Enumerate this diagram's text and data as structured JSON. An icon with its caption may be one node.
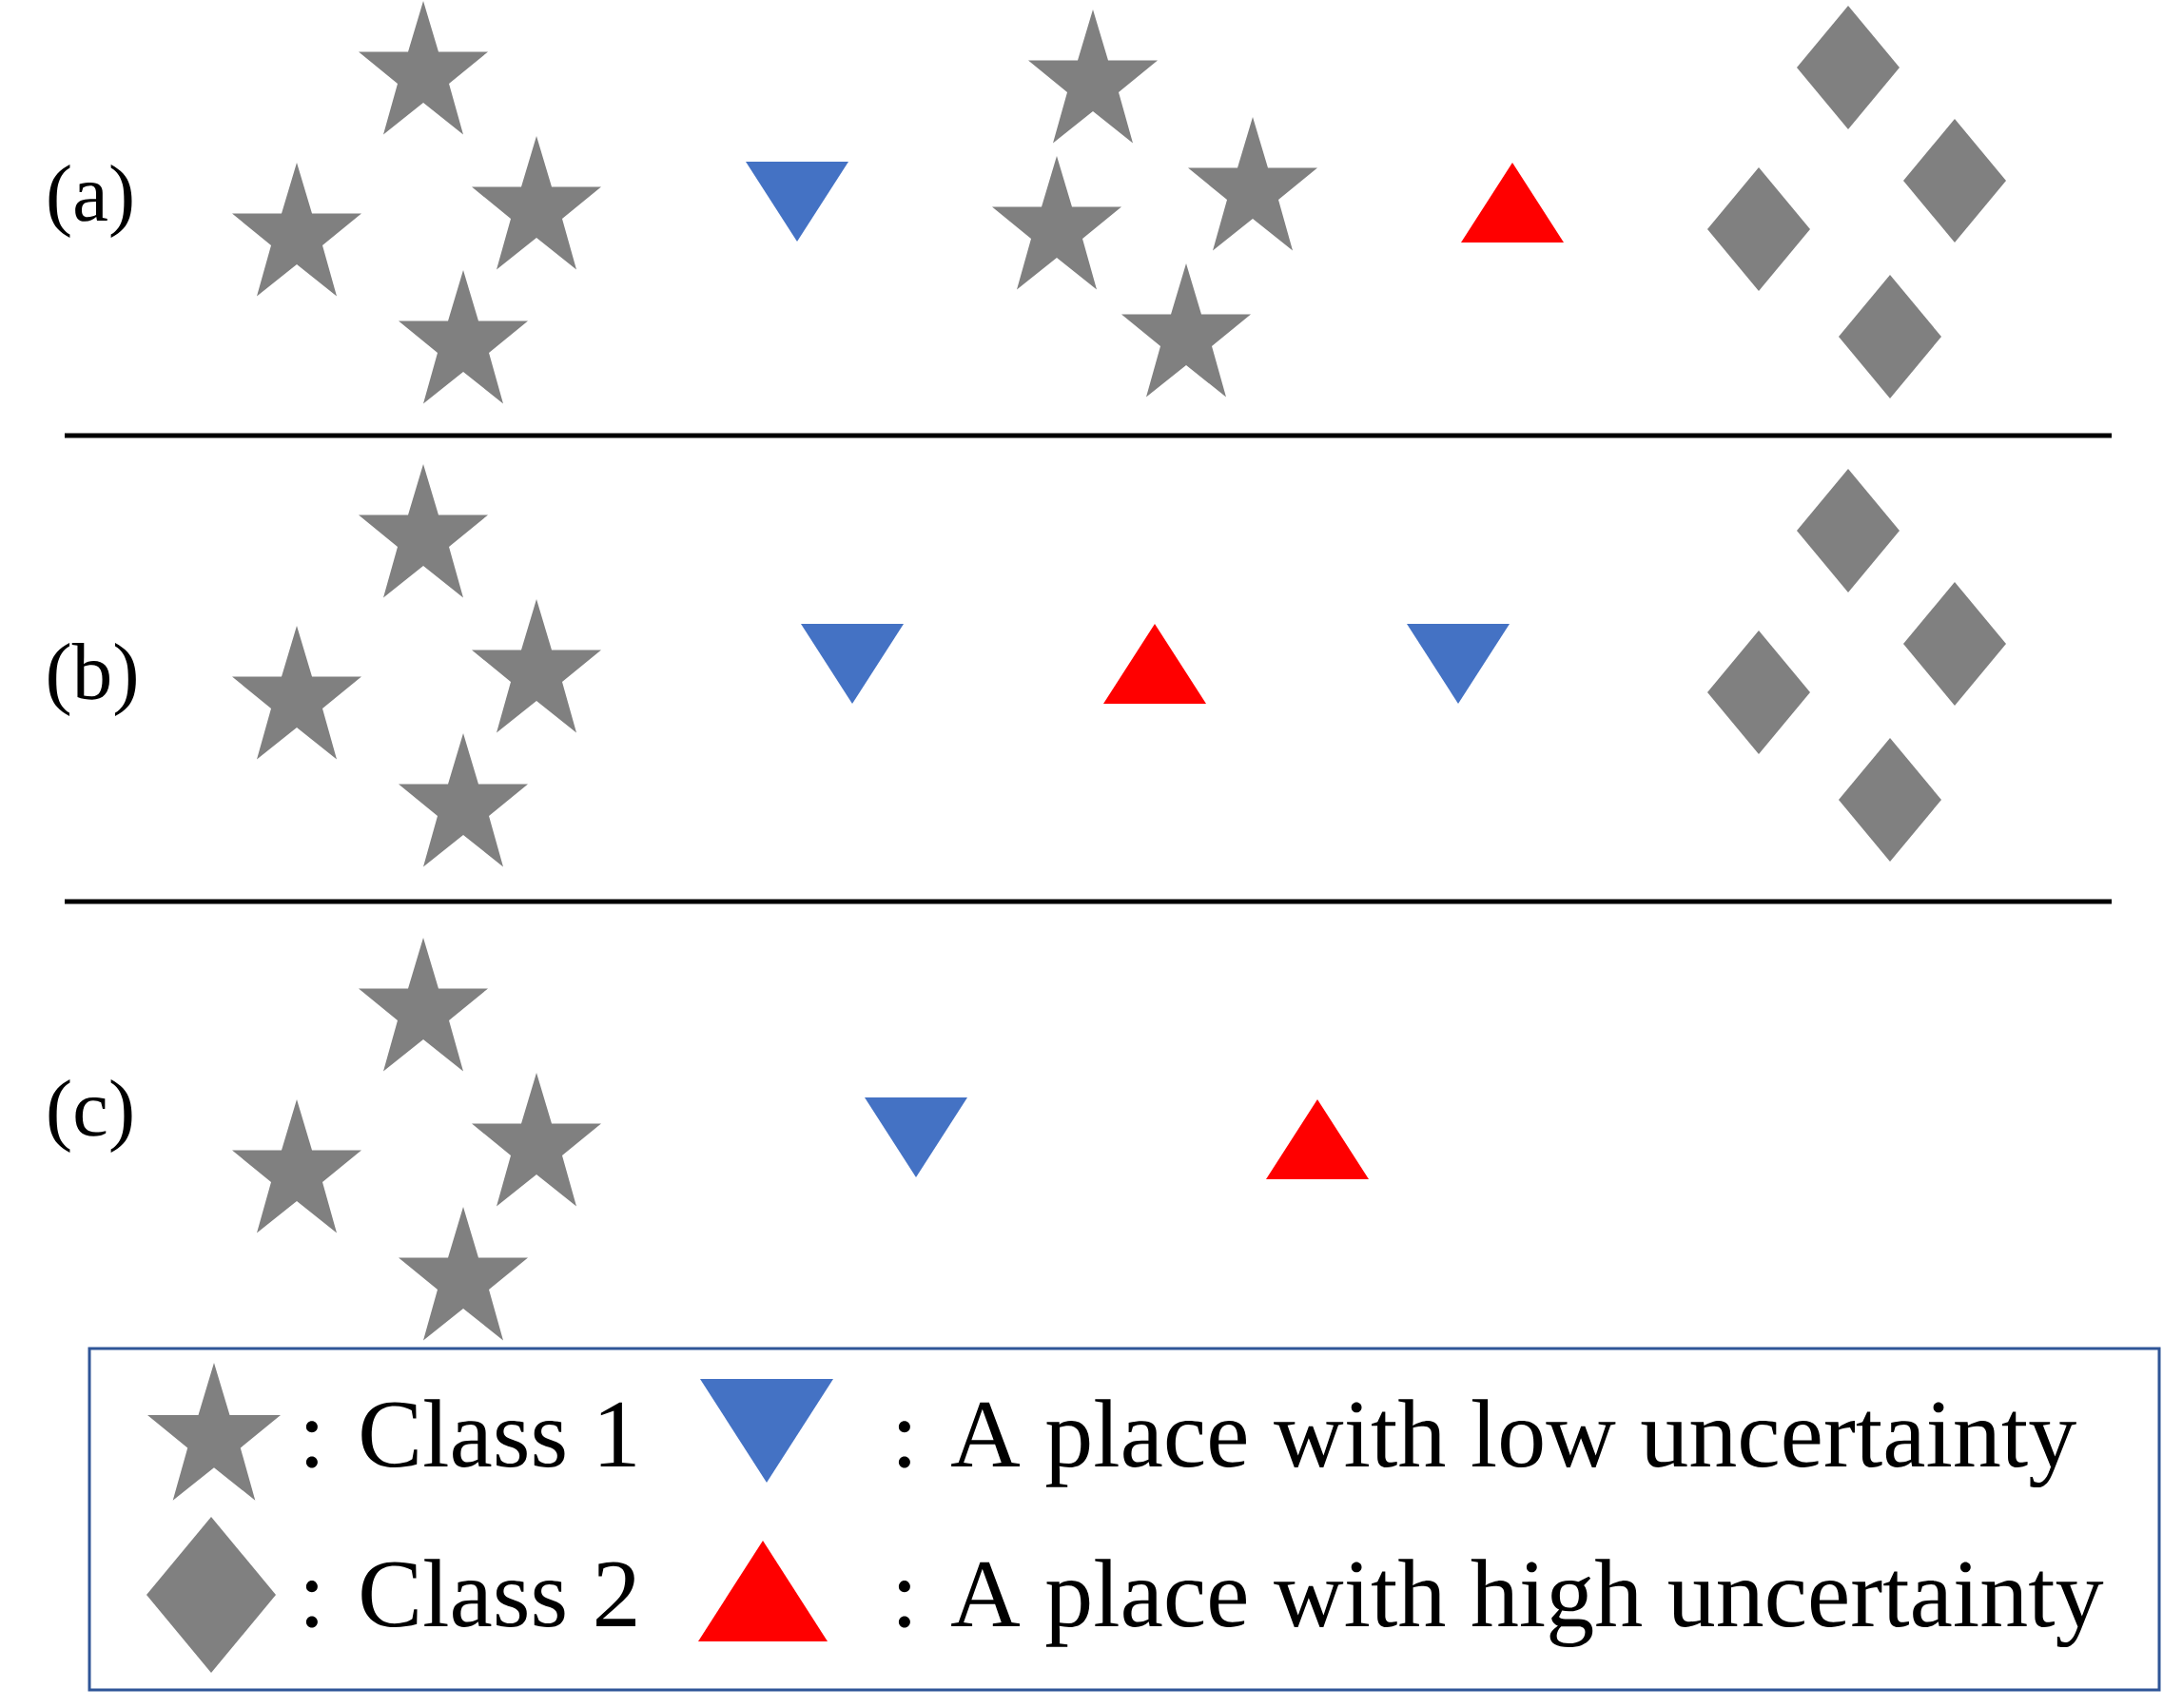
{
  "diagram": {
    "nodes": [
      {
        "text": [],
        "shape": "star"
      },
      {
        "text": [],
        "shape": "star"
      },
      {
        "text": [],
        "shape": "star"
      },
      {
        "text": [],
        "shape": "star"
      },
      {
        "text": [],
        "shape": "triangle"
      },
      {
        "text": [],
        "shape": "star"
      },
      {
        "text": [],
        "shape": "star"
      },
      {
        "text": [],
        "shape": "star"
      },
      {
        "text": [],
        "shape": "star"
      },
      {
        "text": [],
        "shape": "triangle"
      },
      {
        "text": [],
        "shape": "diamond"
      },
      {
        "text": [],
        "shape": "diamond"
      },
      {
        "text": [],
        "shape": "diamond"
      },
      {
        "text": [],
        "shape": "diamond"
      },
      {
        "text": [],
        "shape": "star"
      },
      {
        "text": [],
        "shape": "star"
      },
      {
        "text": [],
        "shape": "star"
      },
      {
        "text": [],
        "shape": "star"
      },
      {
        "text": [],
        "shape": "triangle"
      },
      {
        "text": [],
        "shape": "triangle"
      },
      {
        "text": [],
        "shape": "triangle"
      },
      {
        "text": [],
        "shape": "diamond"
      },
      {
        "text": [],
        "shape": "diamond"
      },
      {
        "text": [],
        "shape": "diamond"
      },
      {
        "text": [],
        "shape": "diamond"
      },
      {
        "text": [],
        "shape": "star"
      },
      {
        "text": [],
        "shape": "star"
      },
      {
        "text": [],
        "shape": "star"
      },
      {
        "text": [],
        "shape": "star"
      },
      {
        "text": [],
        "shape": "triangle"
      },
      {
        "text": [],
        "shape": "triangle"
      }
    ],
    "labels": [
      "(a)",
      "(b)",
      "(c)"
    ],
    "legend": [
      {
        "text": ": Class 1",
        "color": "#808080"
      },
      {
        "text": ": A place with low uncertainty",
        "color": "#4472c4"
      },
      {
        "text": ": Class 2",
        "color": "#808080"
      },
      {
        "text": ": A place with high uncertainty",
        "color": "#ff0000"
      }
    ]
  }
}
